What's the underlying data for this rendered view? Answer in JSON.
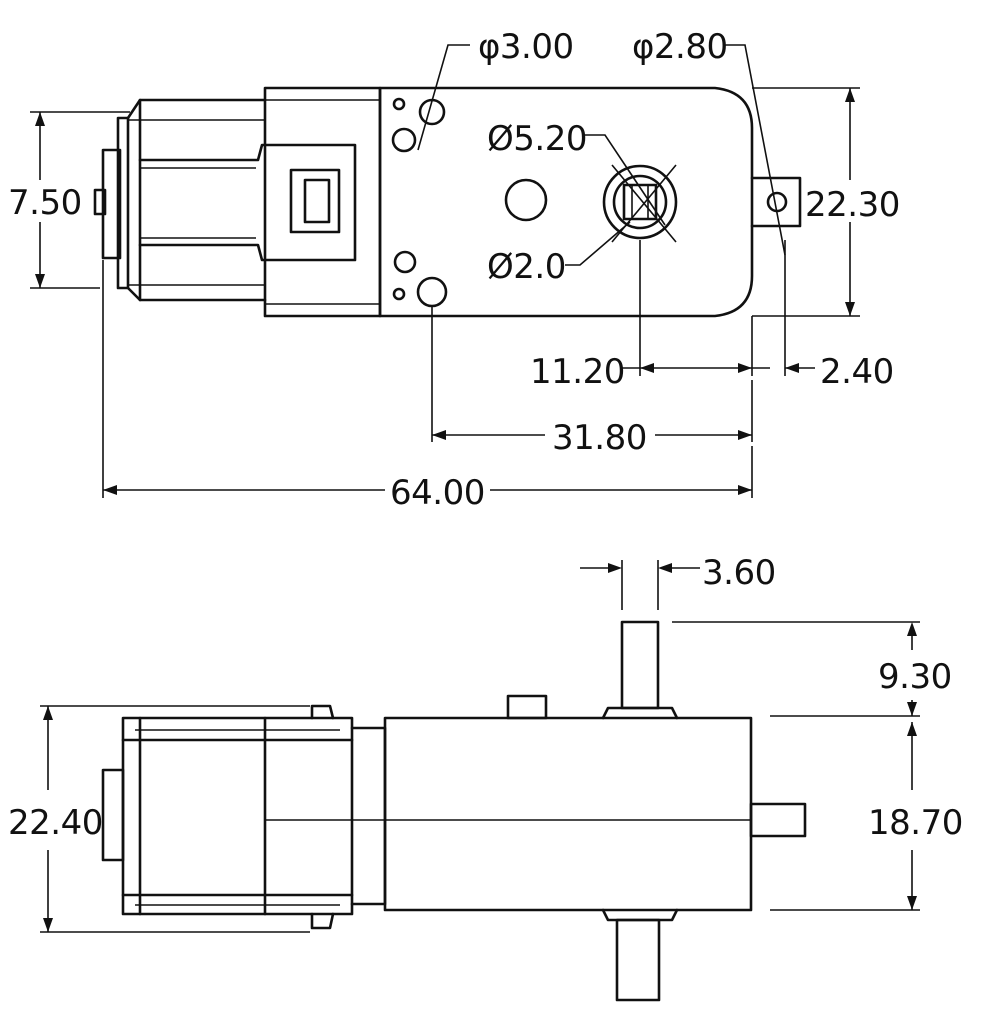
{
  "dimensions": {
    "d_hole_3": "φ3.00",
    "d_hole_2_8": "φ2.80",
    "d_shaft_5_2": "Ø5.20",
    "d_flat_2": "Ø2.0",
    "w_7_5": "7.50",
    "h_22_3": "22.30",
    "off_11_2": "11.20",
    "off_2_4": "2.40",
    "len_31_8": "31.80",
    "len_64": "64.00",
    "shaft_3_6": "3.60",
    "shaft_9_3": "9.30",
    "h_22_4": "22.40",
    "h_18_7": "18.70"
  }
}
